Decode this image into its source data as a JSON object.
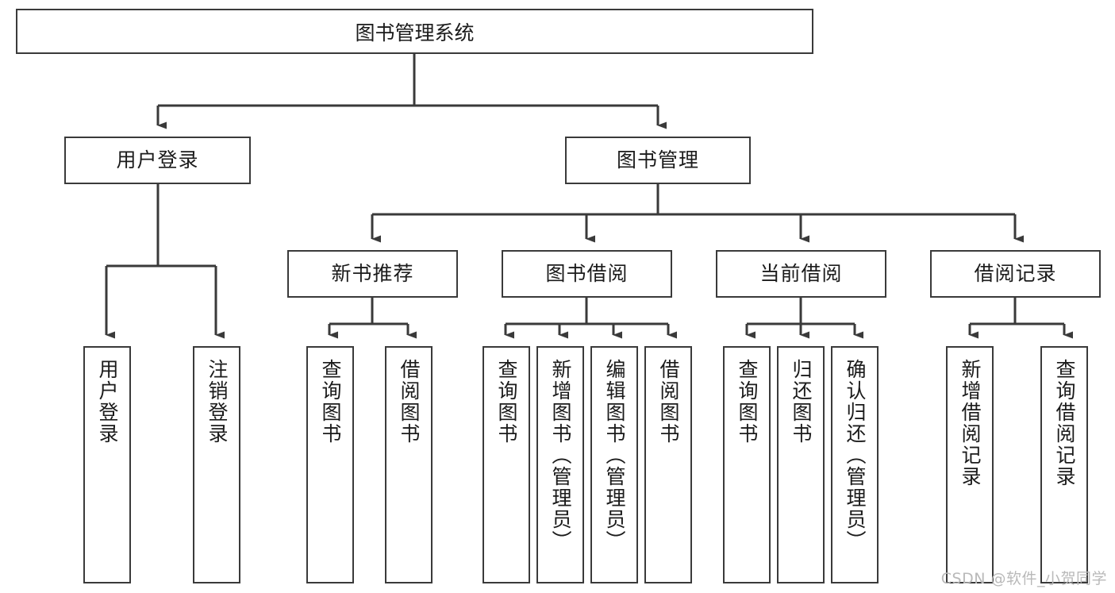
{
  "diagram": {
    "title": "图书管理系统",
    "type": "tree-hierarchy-chart",
    "watermark": "CSDN @软件_小贺同学",
    "colors": {
      "stroke": "#3a3a3a",
      "fill": "#ffffff",
      "text": "#1b1b1b",
      "watermark": "#b9b9b9"
    },
    "nodes": {
      "root": {
        "label": "图书管理系统"
      },
      "level2": [
        {
          "id": "user-login",
          "label": "用户登录"
        },
        {
          "id": "book-manage",
          "label": "图书管理"
        }
      ],
      "level3": [
        {
          "id": "new-book-rec",
          "label": "新书推荐"
        },
        {
          "id": "book-borrow",
          "label": "图书借阅"
        },
        {
          "id": "current-borrow",
          "label": "当前借阅"
        },
        {
          "id": "borrow-record",
          "label": "借阅记录"
        }
      ],
      "leaves": {
        "user-login": [
          {
            "id": "leaf-user-login",
            "label": "用户登录"
          },
          {
            "id": "leaf-user-logout",
            "label": "注销登录"
          }
        ],
        "new-book-rec": [
          {
            "id": "leaf-query-book-1",
            "label": "查询图书"
          },
          {
            "id": "leaf-borrow-book-1",
            "label": "借阅图书"
          }
        ],
        "book-borrow": [
          {
            "id": "leaf-query-book-2",
            "label": "查询图书"
          },
          {
            "id": "leaf-add-book",
            "label": "新增图书（管理员）"
          },
          {
            "id": "leaf-edit-book",
            "label": "编辑图书（管理员）"
          },
          {
            "id": "leaf-borrow-book-2",
            "label": "借阅图书"
          }
        ],
        "current-borrow": [
          {
            "id": "leaf-query-book-3",
            "label": "查询图书"
          },
          {
            "id": "leaf-return-book",
            "label": "归还图书"
          },
          {
            "id": "leaf-confirm-return",
            "label": "确认归还（管理员）"
          }
        ],
        "borrow-record": [
          {
            "id": "leaf-add-record",
            "label": "新增借阅记录"
          },
          {
            "id": "leaf-query-record",
            "label": "查询借阅记录"
          }
        ]
      }
    }
  }
}
